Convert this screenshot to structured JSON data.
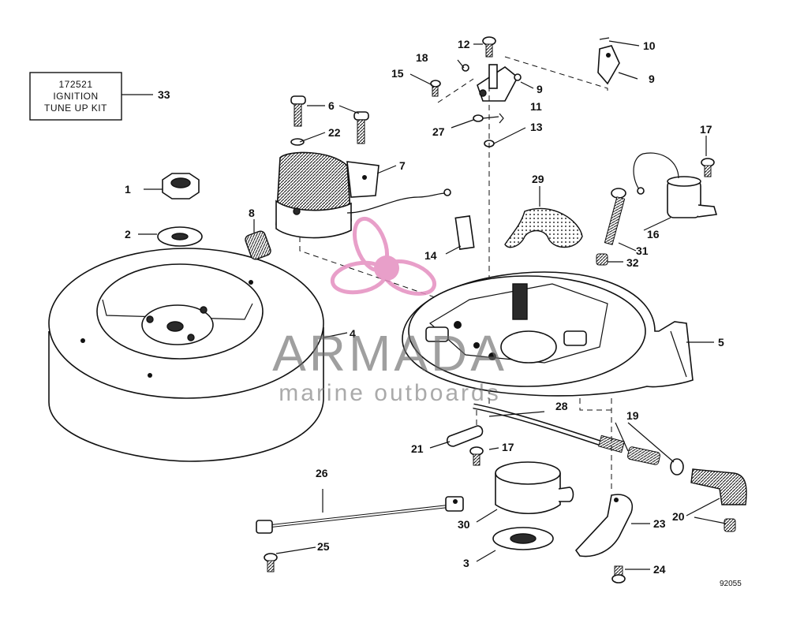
{
  "kit_box": {
    "line1": "172521",
    "line2": "IGNITION",
    "line3": "TUNE UP KIT",
    "ref": "33"
  },
  "callouts": {
    "c1": "1",
    "c2": "2",
    "c3": "3",
    "c4": "4",
    "c5": "5",
    "c6": "6",
    "c7": "7",
    "c8": "8",
    "c9a": "9",
    "c9b": "9",
    "c10": "10",
    "c11": "11",
    "c12": "12",
    "c13": "13",
    "c14": "14",
    "c15": "15",
    "c16": "16",
    "c17a": "17",
    "c17b": "17",
    "c18": "18",
    "c19": "19",
    "c20": "20",
    "c21": "21",
    "c22": "22",
    "c23": "23",
    "c24": "24",
    "c25": "25",
    "c26": "26",
    "c27": "27",
    "c28": "28",
    "c29": "29",
    "c30": "30",
    "c31": "31",
    "c32": "32"
  },
  "diagram_id": "92055",
  "watermark": {
    "name": "ARMADA",
    "tagline": "marine outboards",
    "logo_color": "#e58fc0"
  }
}
